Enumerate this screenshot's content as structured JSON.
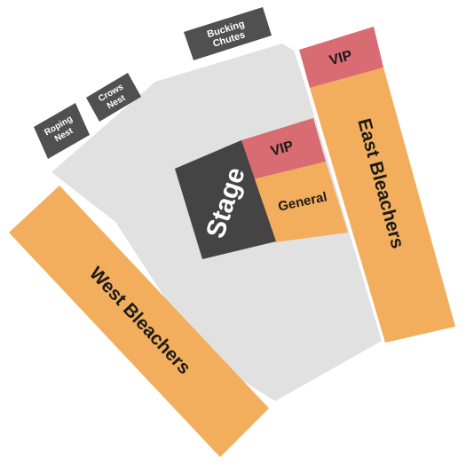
{
  "colors": {
    "floor": "#e1e1e1",
    "bleachers": "#f2ae5c",
    "vip": "#d96b72",
    "general": "#f2ae5c",
    "stage": "#444444",
    "utility": "#505050",
    "label_dark": "#1a1a1a",
    "label_light": "#ffffff"
  },
  "sections": {
    "west_bleachers": {
      "label": "West Bleachers"
    },
    "east_bleachers": {
      "label": "East Bleachers"
    },
    "east_vip": {
      "label": "VIP"
    },
    "stage": {
      "label": "Stage"
    },
    "floor_vip": {
      "label": "VIP"
    },
    "floor_general": {
      "label": "General"
    }
  },
  "structures": {
    "bucking_chutes": {
      "line1": "Bucking",
      "line2": "Chutes"
    },
    "crows_nest": {
      "line1": "Crows",
      "line2": "Nest"
    },
    "roping_nest": {
      "line1": "Roping",
      "line2": "Nest"
    }
  }
}
